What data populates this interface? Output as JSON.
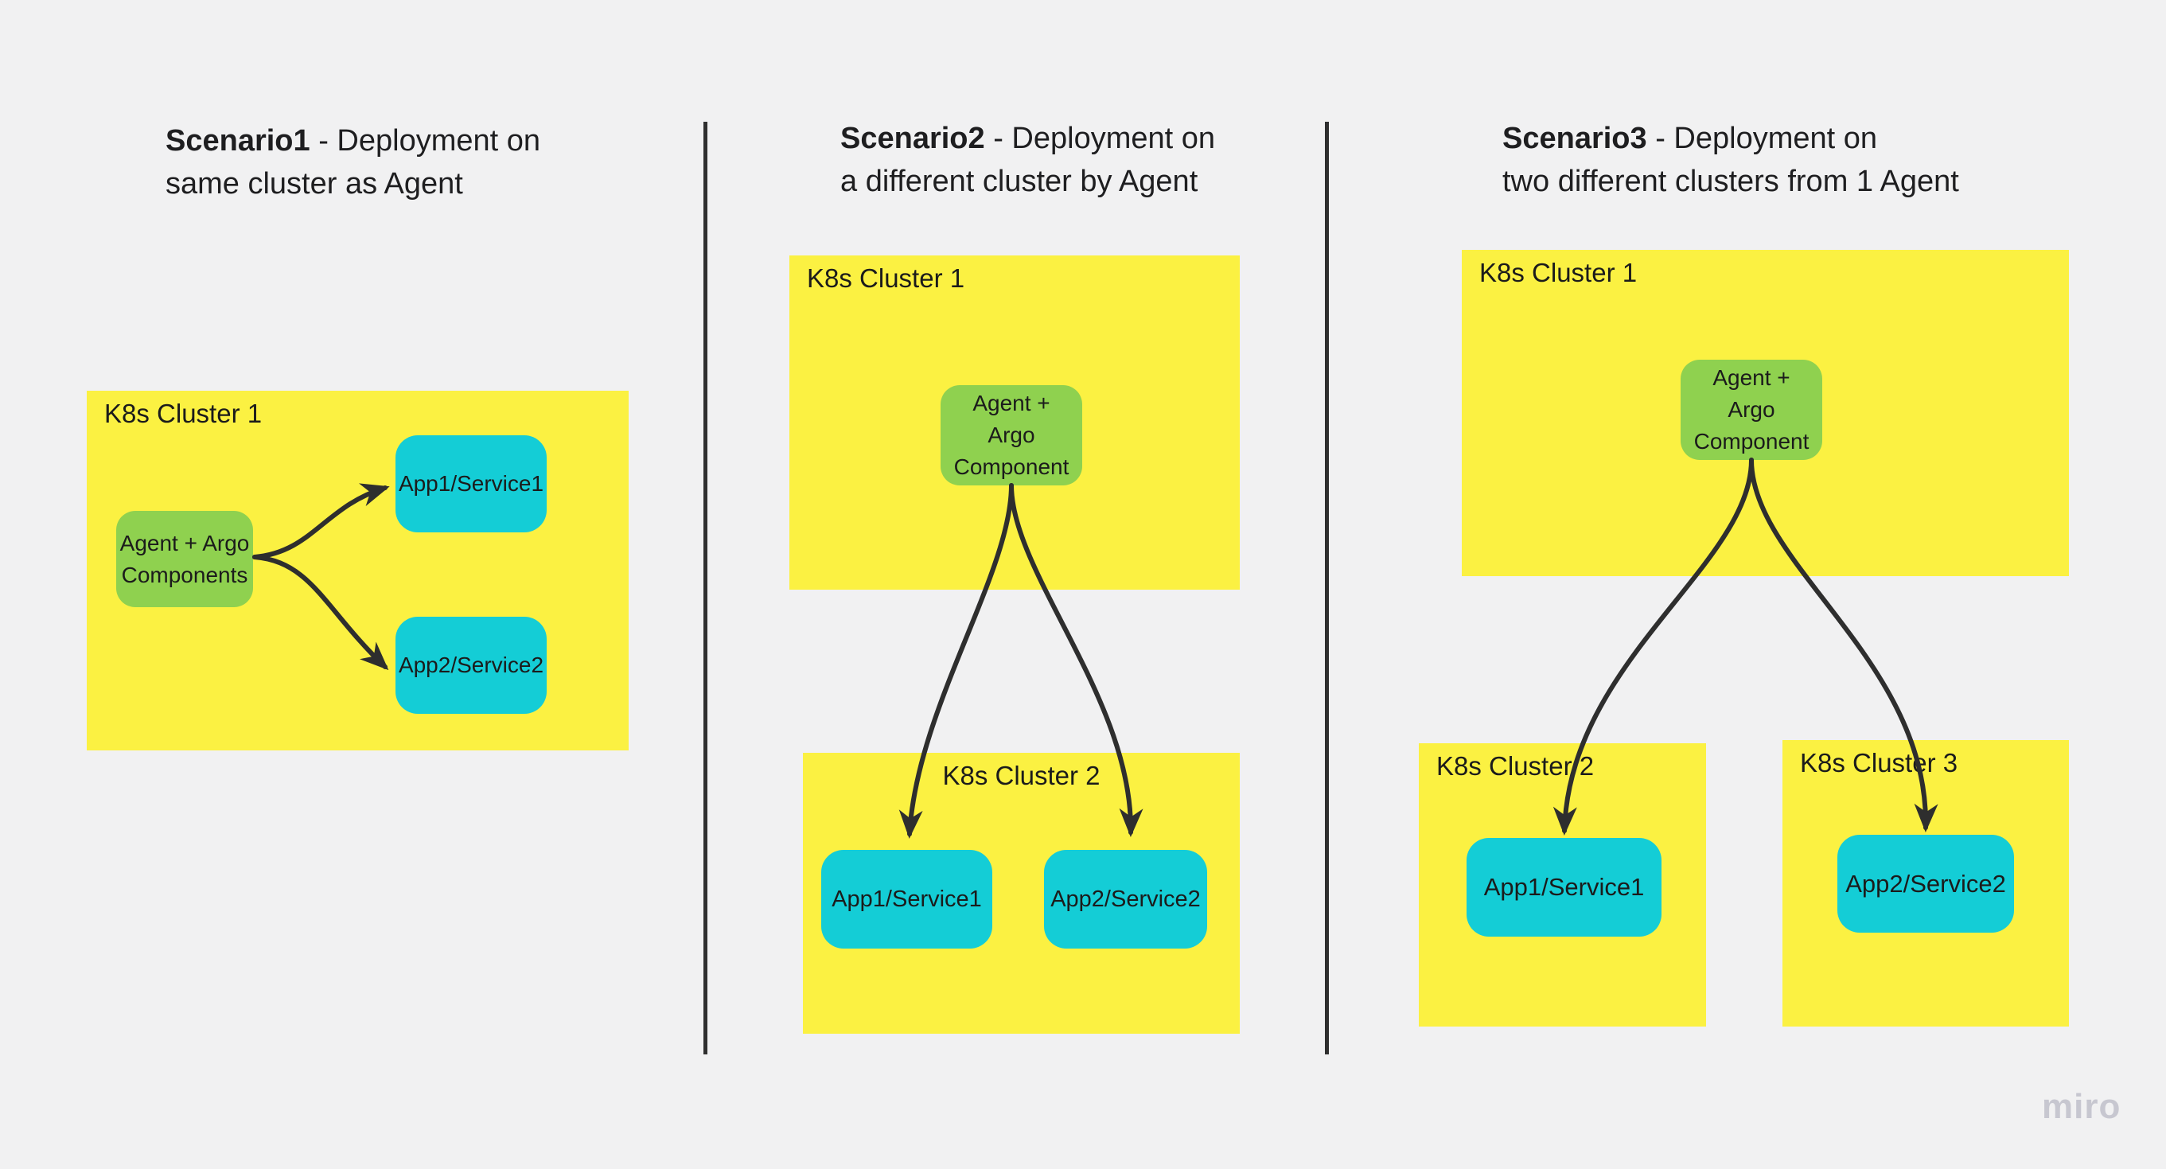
{
  "colors": {
    "background": "#f1f1f2",
    "yellow": "#fbf142",
    "green": "#8fd14f",
    "cyan": "#14cdd6",
    "line": "#2e2e2e",
    "divider": "#2f2f2f",
    "heading": "#1e1e20",
    "label": "#1b1b1b",
    "watermark": "#c7c7d0"
  },
  "board": {
    "watermark": "miro"
  },
  "scenarios": [
    {
      "title": {
        "bold": "Scenario1",
        "rest": " - Deployment on",
        "line2": "same cluster as Agent"
      },
      "clusters": [
        {
          "label": "K8s Cluster 1",
          "agent": "Agent + Argo\nComponents",
          "apps": [
            "App1/Service1",
            "App2/Service2"
          ]
        }
      ]
    },
    {
      "title": {
        "bold": "Scenario2",
        "rest": " - Deployment on",
        "line2": "a different cluster by Agent"
      },
      "clusters": [
        {
          "label": "K8s Cluster 1",
          "agent": "Agent +\nArgo\nComponent"
        },
        {
          "label": "K8s Cluster 2",
          "apps": [
            "App1/Service1",
            "App2/Service2"
          ]
        }
      ]
    },
    {
      "title": {
        "bold": "Scenario3",
        "rest": " - Deployment on",
        "line2": "two different clusters from 1 Agent"
      },
      "clusters": [
        {
          "label": "K8s Cluster 1",
          "agent": "Agent +\nArgo\nComponent"
        },
        {
          "label": "K8s Cluster 2",
          "apps": [
            "App1/Service1"
          ]
        },
        {
          "label": "K8s Cluster 3",
          "apps": [
            "App2/Service2"
          ]
        }
      ]
    }
  ]
}
